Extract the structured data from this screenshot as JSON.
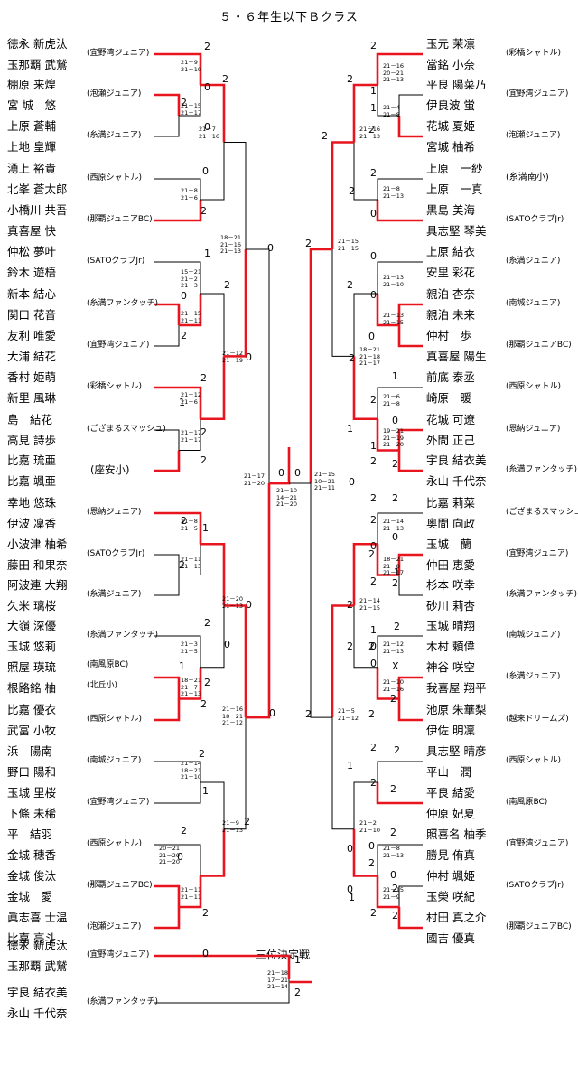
{
  "title": "５・６年生以下Ｂクラス",
  "third_place_title": "三位決定戦",
  "entries": [
    {
      "n1": "徳永 新虎汰",
      "n2": "玉那覇 武鷲",
      "team": "(宜野湾ジュニア)"
    },
    {
      "n1": "棚原 来煌",
      "n2": "宮 城　悠",
      "team": "(泡瀬ジュニア)"
    },
    {
      "n1": "上原 蒼輔",
      "n2": "上地 皇輝",
      "team": "(糸満ジュニア)"
    },
    {
      "n1": "湧上 裕貴",
      "n2": "北峯 蒼太郎",
      "team": "(西原シャトル)"
    },
    {
      "n1": "小橋川 共吾",
      "n2": "真喜屋 快",
      "team": "(那覇ジュニアBC)"
    },
    {
      "n1": "仲松 夢叶",
      "n2": "鈴木 遊梧",
      "team": "(SATOクラブJr)"
    },
    {
      "n1": "新本 結心",
      "n2": "関口 花音",
      "team": "(糸満ファンタッチ)"
    },
    {
      "n1": "友利 唯愛",
      "n2": "大浦 結花",
      "team": "(宜野湾ジュニア)"
    },
    {
      "n1": "香村 姫萌",
      "n2": "新里 風琳",
      "team": "(彩橋シャトル)"
    },
    {
      "n1": "島　結花",
      "n2": "高見 詩歩",
      "team": "(ござまるスマッシュ)"
    },
    {
      "n1": "比嘉 琉亜",
      "n2": "比嘉 颯亜",
      "team": "(座安小)"
    },
    {
      "n1": "幸地 悠珠",
      "n2": "伊波 凜香",
      "team": "(恩納ジュニア)"
    },
    {
      "n1": "小波津 柚希",
      "n2": "藤田 和果奈",
      "team": "(SATOクラブJr)"
    },
    {
      "n1": "阿波連 大翔",
      "n2": "久米 璃桜",
      "team": "(糸満ジュニア)"
    },
    {
      "n1": "大嶺 深優",
      "n2": "玉城 悠莉",
      "team": "(糸満ファンタッチ)"
    },
    {
      "n1": "照屋 瑛琉",
      "n2": "根路銘 柚",
      "team": "(南風原BC)",
      "team2": "(北丘小)"
    },
    {
      "n1": "比嘉 優衣",
      "n2": "武富 小牧",
      "team": "(西原シャトル)"
    },
    {
      "n1": "浜　陽南",
      "n2": "野口 陽和",
      "team": "(南城ジュニア)"
    },
    {
      "n1": "玉城 里桜",
      "n2": "下條 未稀",
      "team": "(宜野湾ジュニア)"
    },
    {
      "n1": "平　結羽",
      "n2": "金城 穂香",
      "team": "(西原シャトル)"
    },
    {
      "n1": "金城 俊汰",
      "n2": "金城　愛",
      "team": "(那覇ジュニアBC)"
    },
    {
      "n1": "眞志喜 士温",
      "n2": "比嘉 亮斗",
      "team": "(泡瀬ジュニア)"
    },
    {
      "n1": "玉元 茉凛",
      "n2": "當銘 小奈",
      "team": "(彩橋シャトル)"
    },
    {
      "n1": "平良 陽菜乃",
      "n2": "伊良波 蛍",
      "team": "(宜野湾ジュニア)"
    },
    {
      "n1": "花城 夏姫",
      "n2": "宮城 柚希",
      "team": "(泡瀬ジュニア)"
    },
    {
      "n1": "上原　一紗",
      "n2": "上原　一真",
      "team": "(糸満南小)"
    },
    {
      "n1": "黒島 美海",
      "n2": "具志堅 琴美",
      "team": "(SATOクラブJr)"
    },
    {
      "n1": "上原 結衣",
      "n2": "安里 彩花",
      "team": "(糸満ジュニア)"
    },
    {
      "n1": "親泊 杏奈",
      "n2": "親泊 未来",
      "team": "(南城ジュニア)"
    },
    {
      "n1": "仲村　歩",
      "n2": "真喜屋 陽生",
      "team": "(那覇ジュニアBC)"
    },
    {
      "n1": "前底 泰丞",
      "n2": "崎原　暖",
      "team": "(西原シャトル)"
    },
    {
      "n1": "花城 可遼",
      "n2": "外間 正己",
      "team": "(恩納ジュニア)"
    },
    {
      "n1": "宇良 結衣美",
      "n2": "永山 千代奈",
      "team": "(糸満ファンタッチ)"
    },
    {
      "n1": "比嘉 莉菜",
      "n2": "奥間 向政",
      "team": "(ござまるスマッシュ)"
    },
    {
      "n1": "玉城　蘭",
      "n2": "仲田 恵愛",
      "team": "(宜野湾ジュニア)"
    },
    {
      "n1": "杉本 咲幸",
      "n2": "砂川 莉杏",
      "team": "(糸満ファンタッチ)"
    },
    {
      "n1": "玉城 晴翔",
      "n2": "木村 頼偉",
      "team": "(南城ジュニア)"
    },
    {
      "n1": "神谷 咲空",
      "n2": "我喜屋 翔平",
      "team": "(糸満ジュニア)"
    },
    {
      "n1": "池原 朱華梨",
      "n2": "伊佐 明凜",
      "team": "(越来ドリームズ)"
    },
    {
      "n1": "具志堅 晴彦",
      "n2": "平山　潤",
      "team": "(西原シャトル)"
    },
    {
      "n1": "平良 結愛",
      "n2": "仲原 妃夏",
      "team": "(南風原BC)"
    },
    {
      "n1": "照喜名 柚季",
      "n2": "勝見 侑真",
      "team": "(宜野湾ジュニア)"
    },
    {
      "n1": "仲村 颯姫",
      "n2": "玉榮 咲紀",
      "team": "(SATOクラブJr)"
    },
    {
      "n1": "村田 真之介",
      "n2": "國吉 優真",
      "team": "(那覇ジュニアBC)"
    },
    {
      "n1": "徳永 新虎汰",
      "n2": "玉那覇 武鷲",
      "team": "(宜野湾ジュニア)"
    },
    {
      "n1": "宇良 結衣美",
      "n2": "永山 千代奈",
      "team": "(糸満ファンタッチ)"
    }
  ],
  "scores": [
    "2",
    "2",
    "0",
    "2",
    "0",
    "0",
    "0",
    "2",
    "1",
    "2",
    "0",
    "2",
    "0",
    "2",
    "1",
    "2",
    "2",
    "0",
    "0",
    "2",
    "1",
    "2",
    "0",
    "2",
    "0",
    "1",
    "2",
    "0",
    "2",
    "2",
    "1",
    "2",
    "0",
    "2",
    "2",
    "0",
    "2",
    "2",
    "1",
    "1",
    "2",
    "2",
    "2",
    "2",
    "0",
    "2",
    "0",
    "2",
    "0",
    "0",
    "2",
    "1",
    "2",
    "0",
    "1",
    "2",
    "2",
    "0",
    "0",
    "2",
    "2",
    "1",
    "2",
    "0",
    "2",
    "2",
    "2",
    "1",
    "2",
    "0",
    "2",
    "0",
    "2",
    "0",
    "2",
    "1",
    "2",
    "2",
    "0",
    "2",
    "2",
    "2",
    "1",
    "2",
    "2",
    "X",
    "2",
    "0",
    "2",
    "2",
    "0",
    "2",
    "1",
    "2",
    "2",
    "1"
  ],
  "games": [
    "21－9\n21－10",
    "21－15\n21－17",
    "21－7\n21－16",
    "21－8\n21－6",
    "18－21\n21－16\n21－13",
    "15－21\n21－2\n21－3",
    "21－15\n21－11",
    "21－12\n21－19",
    "21－12\n21－6",
    "21－17\n21－17",
    "21－17\n21－20",
    "21－8\n21－5",
    "21－11\n21－13",
    "21－20\n21－13",
    "21－3\n21－5",
    "18－21\n21－7\n21－13",
    "21－16\n18－21\n21－12",
    "21－14\n18－21\n21－10",
    "21－9\n21－13",
    "20－21\n21－20\n21－20",
    "21－11\n21－11",
    "21－10\n14－21\n21－20",
    "21－15\n10－21\n21－11",
    "21－16\n20－21\n21－13",
    "21－4\n21－8",
    "21－16\n21－13",
    "21－8\n21－13",
    "21－15\n21－15",
    "21－13\n21－10",
    "21－13\n21－15",
    "18－21\n21－18\n21－17",
    "21－6\n21－8",
    "19－21\n21－19\n21－20",
    "21－14\n21－13",
    "18－21\n21－8\n21－17",
    "21－14\n21－15",
    "21－12\n21－13",
    "21－10\n21－16",
    "21－5\n21－12",
    "21－2\n21－10",
    "21－8\n21－13",
    "21－15\n21－9",
    "21－18\n17－21\n21－14"
  ]
}
